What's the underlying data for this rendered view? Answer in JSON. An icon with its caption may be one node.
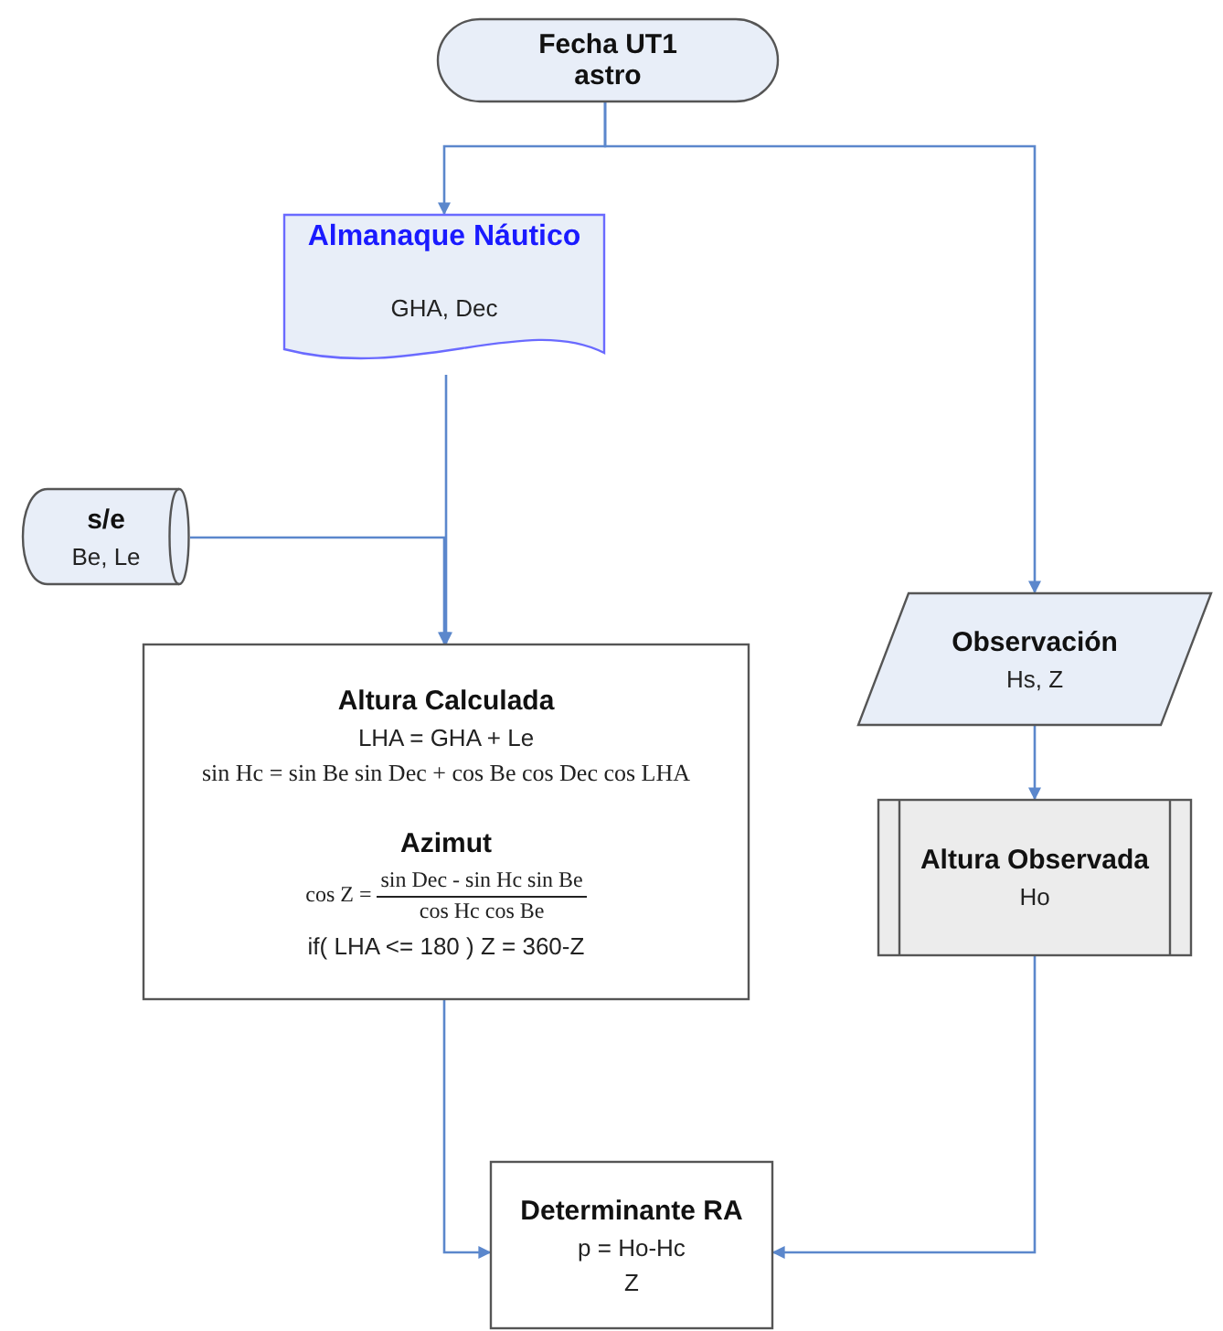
{
  "diagram": {
    "nodes": [
      {
        "text": [
          "Fecha UT1 astro"
        ]
      },
      {
        "text": [
          "Almanaque Náutico",
          "GHA, Dec"
        ]
      },
      {
        "text": [
          "s/e",
          "Be, Le"
        ]
      },
      {
        "text": [
          "Altura Calculada",
          "LHA = GHA + Le",
          "sin Hc = sin Be sin Dec + cos Be cos Dec cos LHA",
          "Azimut",
          "cos Z =",
          "sin Dec - sin Hc sin Be",
          "cos Hc cos Be",
          "if( LHA <= 180 ) Z = 360-Z"
        ]
      },
      {
        "text": [
          "Observación",
          "Hs, Z"
        ]
      },
      {
        "text": [
          "Altura Observada",
          "Ho"
        ]
      },
      {
        "text": [
          "Determinante RA",
          "p = Ho-Hc",
          "Z"
        ]
      }
    ],
    "edges": [
      {
        "from": 0,
        "to": 1,
        "arrow": "to"
      },
      {
        "from": 0,
        "to": 4,
        "arrow": "to"
      },
      {
        "from": 1,
        "to": 3,
        "arrow": "to"
      },
      {
        "from": 2,
        "to": 3,
        "arrow": "to"
      },
      {
        "from": 4,
        "to": 5,
        "arrow": "to"
      },
      {
        "from": 3,
        "to": 6,
        "arrow": "to"
      },
      {
        "from": 5,
        "to": 6,
        "arrow": "to"
      }
    ]
  }
}
